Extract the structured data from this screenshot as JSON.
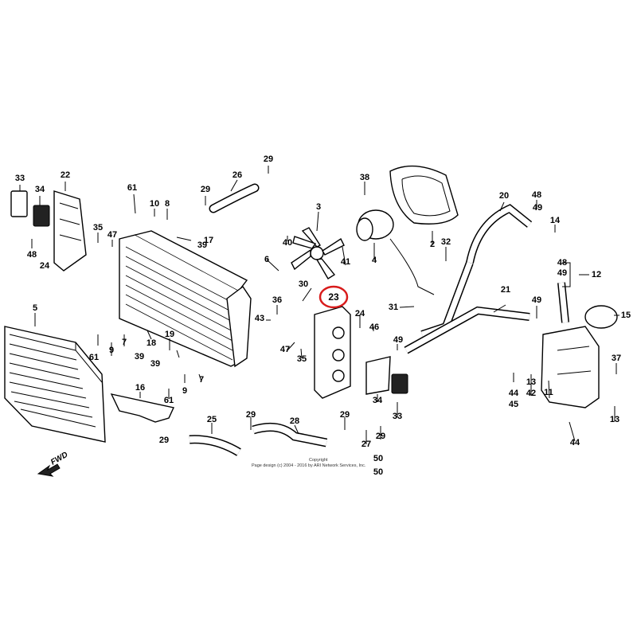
{
  "highlight": {
    "label": "23",
    "color": "#d81b1b"
  },
  "labels": [
    {
      "id": "33a",
      "text": "33"
    },
    {
      "id": "34a",
      "text": "34"
    },
    {
      "id": "22",
      "text": "22"
    },
    {
      "id": "48a",
      "text": "48"
    },
    {
      "id": "24a",
      "text": "24"
    },
    {
      "id": "35a",
      "text": "35"
    },
    {
      "id": "47a",
      "text": "47"
    },
    {
      "id": "61a",
      "text": "61"
    },
    {
      "id": "10",
      "text": "10"
    },
    {
      "id": "8",
      "text": "8"
    },
    {
      "id": "39a",
      "text": "39"
    },
    {
      "id": "17",
      "text": "17"
    },
    {
      "id": "29a",
      "text": "29"
    },
    {
      "id": "26",
      "text": "26"
    },
    {
      "id": "29b",
      "text": "29"
    },
    {
      "id": "3",
      "text": "3"
    },
    {
      "id": "40",
      "text": "40"
    },
    {
      "id": "6",
      "text": "6"
    },
    {
      "id": "41",
      "text": "41"
    },
    {
      "id": "38",
      "text": "38"
    },
    {
      "id": "4",
      "text": "4"
    },
    {
      "id": "2",
      "text": "2"
    },
    {
      "id": "32",
      "text": "32"
    },
    {
      "id": "20",
      "text": "20"
    },
    {
      "id": "48b",
      "text": "48"
    },
    {
      "id": "49a",
      "text": "49"
    },
    {
      "id": "14",
      "text": "14"
    },
    {
      "id": "48c",
      "text": "48"
    },
    {
      "id": "49b",
      "text": "49"
    },
    {
      "id": "12",
      "text": "12"
    },
    {
      "id": "30",
      "text": "30"
    },
    {
      "id": "36",
      "text": "36"
    },
    {
      "id": "43",
      "text": "43"
    },
    {
      "id": "31",
      "text": "31"
    },
    {
      "id": "21",
      "text": "21"
    },
    {
      "id": "49c",
      "text": "49"
    },
    {
      "id": "15",
      "text": "15"
    },
    {
      "id": "5",
      "text": "5"
    },
    {
      "id": "61b",
      "text": "61"
    },
    {
      "id": "9a",
      "text": "9"
    },
    {
      "id": "7a",
      "text": "7"
    },
    {
      "id": "18",
      "text": "18"
    },
    {
      "id": "19",
      "text": "19"
    },
    {
      "id": "39b",
      "text": "39"
    },
    {
      "id": "39c",
      "text": "39"
    },
    {
      "id": "24b",
      "text": "24"
    },
    {
      "id": "46",
      "text": "46"
    },
    {
      "id": "49d",
      "text": "49"
    },
    {
      "id": "47b",
      "text": "47"
    },
    {
      "id": "35b",
      "text": "35"
    },
    {
      "id": "61c",
      "text": "61"
    },
    {
      "id": "9b",
      "text": "9"
    },
    {
      "id": "7b",
      "text": "7"
    },
    {
      "id": "16",
      "text": "16"
    },
    {
      "id": "34b",
      "text": "34"
    },
    {
      "id": "33b",
      "text": "33"
    },
    {
      "id": "37",
      "text": "37"
    },
    {
      "id": "44a",
      "text": "44"
    },
    {
      "id": "45",
      "text": "45"
    },
    {
      "id": "13a",
      "text": "13"
    },
    {
      "id": "42",
      "text": "42"
    },
    {
      "id": "11",
      "text": "11"
    },
    {
      "id": "13b",
      "text": "13"
    },
    {
      "id": "44b",
      "text": "44"
    },
    {
      "id": "25",
      "text": "25"
    },
    {
      "id": "29c",
      "text": "29"
    },
    {
      "id": "28",
      "text": "28"
    },
    {
      "id": "29d",
      "text": "29"
    },
    {
      "id": "29e",
      "text": "29"
    },
    {
      "id": "27",
      "text": "27"
    },
    {
      "id": "29f",
      "text": "29"
    },
    {
      "id": "50a",
      "text": "50"
    },
    {
      "id": "50b",
      "text": "50"
    }
  ],
  "fwd_label": "FWD",
  "copyright": {
    "line1": "Copyright",
    "line2": "Page design (c) 2004 - 2016 by ARI Network Services, Inc."
  }
}
